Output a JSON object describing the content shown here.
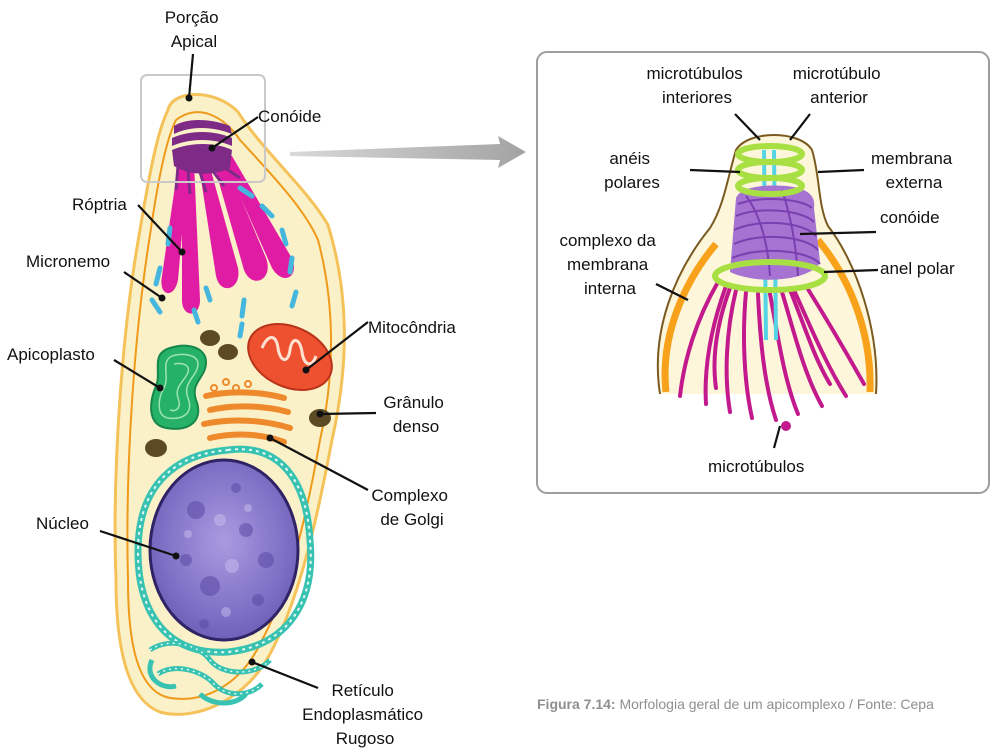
{
  "left_labels": {
    "porcao": [
      "Porção",
      "Apical"
    ],
    "conoide": "Conóide",
    "roptria": "Róptria",
    "micronemo": "Micronemo",
    "mitocondria": "Mitocôndria",
    "apicoplasto": "Apicoplasto",
    "granulo": [
      "Grânulo",
      "denso"
    ],
    "golgi": [
      "Complexo",
      "de Golgi"
    ],
    "nucleo": "Núcleo",
    "reticulo": [
      "Retículo",
      "Endoplasmático",
      "Rugoso"
    ]
  },
  "inset_labels": {
    "microtubulos_interiores": [
      "microtúbulos",
      "interiores"
    ],
    "microtubulo_anterior": [
      "microtúbulo",
      "anterior"
    ],
    "aneis_polares": [
      "anéis",
      "polares"
    ],
    "membrana_externa": [
      "membrana",
      "externa"
    ],
    "conoide": "conóide",
    "complexo_membrana": [
      "complexo da",
      "membrana",
      "interna"
    ],
    "anel_polar": "anel polar",
    "microtubulos": "microtúbulos"
  },
  "caption": {
    "figure": "Figura 7.14:",
    "text": " Morfologia geral de um apicomplexo / Fonte: Cepa"
  },
  "colors": {
    "cytoplasm": "#faf1c9",
    "membrane": "#f0a020",
    "conoid": "#7d2b86",
    "rhoptry": "#e11ca4",
    "micronemes": "#45b6dd",
    "mitochondria": "#ee5130",
    "apicoplast": "#25b266",
    "golgi": "#ee8a2c",
    "dense_granule": "#5c4a24",
    "nucleus": "#7d6fc4",
    "er": "#38c2b2",
    "inset_rings": "#a8e044",
    "inset_conoid": "#a673d2",
    "inset_microtubules": "#c21a8c",
    "arrow": "#a9a9a9"
  }
}
